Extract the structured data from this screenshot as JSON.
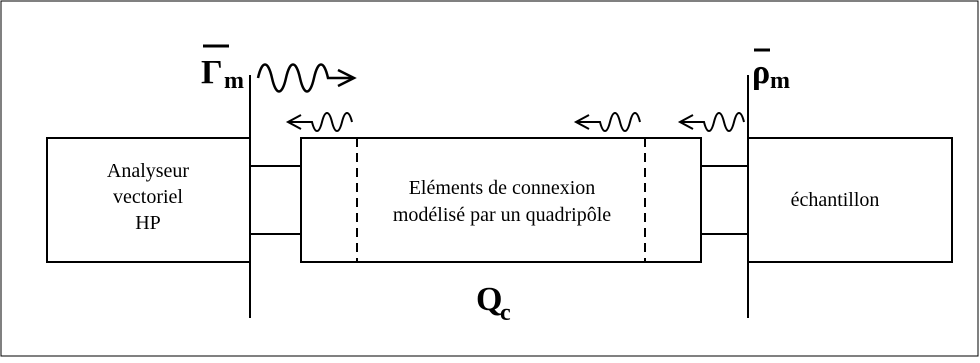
{
  "diagram": {
    "analyzer_lines": [
      "Analyseur",
      "vectoriel",
      "HP"
    ],
    "connection_lines": [
      "Eléments de connexion",
      "modélisé par un quadripôle"
    ],
    "sample_label": "échantillon",
    "gamma_symbol": "Γ",
    "gamma_subscript": "m",
    "rho_symbol": "ρ",
    "rho_subscript": "m",
    "quadripole_symbol": "Q",
    "quadripole_subscript": "c"
  }
}
